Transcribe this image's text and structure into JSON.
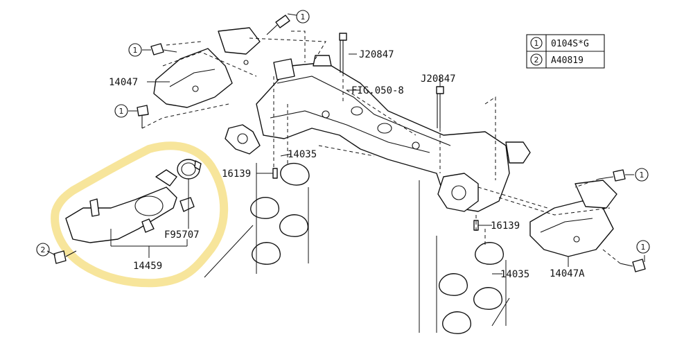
{
  "legend": {
    "rows": [
      {
        "marker": "1",
        "code": "0104S*G"
      },
      {
        "marker": "2",
        "code": "A40819"
      }
    ]
  },
  "labels": {
    "bolt_top": "J20847",
    "fig_ref": "FIG.050-8",
    "bolt_right": "J20847",
    "cover_left": "14047",
    "gasket_left": "14035",
    "stud_left": "16139",
    "clamp": "F95707",
    "duct": "14459",
    "stud_right": "16139",
    "gasket_right": "14035",
    "cover_right": "14047A"
  },
  "callouts": {
    "c_top": "1",
    "c_left_a": "1",
    "c_left_b": "1",
    "c_right_a": "1",
    "c_right_b": "1",
    "c_bolt_2": "2"
  },
  "highlight_color": "#F6E08A"
}
